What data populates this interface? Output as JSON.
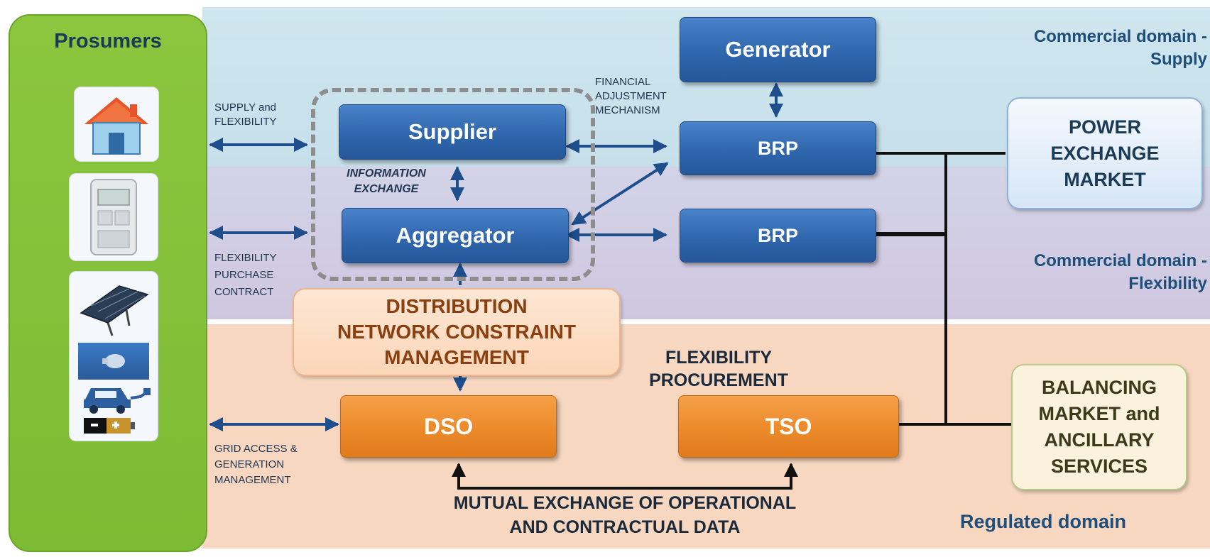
{
  "prosumers": {
    "title": "Prosumers",
    "icons": [
      "house-icon",
      "smart-meter-icon",
      "solar-panel-icon",
      "light-bulb-icon",
      "electric-car-icon",
      "battery-icon"
    ]
  },
  "domains": {
    "supply": "Commercial domain - Supply",
    "supply_line1": "Commercial domain  -",
    "supply_line2": "Supply",
    "flexibility_line1": "Commercial domain -",
    "flexibility_line2": "Flexibility",
    "regulated": "Regulated domain"
  },
  "actors": {
    "generator": "Generator",
    "supplier": "Supplier",
    "aggregator": "Aggregator",
    "brp_supply": "BRP",
    "brp_flex": "BRP",
    "dso": "DSO",
    "tso": "TSO"
  },
  "markets": {
    "power_exchange": [
      "POWER",
      "EXCHANGE",
      "MARKET"
    ],
    "balancing": [
      "BALANCING",
      "MARKET and",
      "ANCILLARY",
      "SERVICES"
    ]
  },
  "distribution_constraint": [
    "DISTRIBUTION",
    "NETWORK CONSTRAINT",
    "MANAGEMENT"
  ],
  "labels": {
    "supply_flex": [
      "SUPPLY and",
      "FLEXIBILITY"
    ],
    "flex_purchase": [
      "FLEXIBILITY",
      "PURCHASE",
      "CONTRACT"
    ],
    "grid_access": [
      "GRID ACCESS &",
      "GENERATION",
      "MANAGEMENT"
    ],
    "financial": [
      "FINANCIAL",
      "ADJUSTMENT",
      "MECHANISM"
    ],
    "info_exchange": [
      "INFORMATION",
      "EXCHANGE"
    ],
    "flex_procurement": [
      "FLEXIBILITY",
      "PROCUREMENT"
    ],
    "mutual_exchange": [
      "MUTUAL EXCHANGE OF OPERATIONAL",
      "AND CONTRACTUAL DATA"
    ]
  },
  "colors": {
    "actor_blue": "#2f66ad",
    "actor_orange": "#ec8a2a",
    "prosumer_green": "#8cc63f",
    "arrow": "#1f4e8c",
    "line": "#111111"
  }
}
